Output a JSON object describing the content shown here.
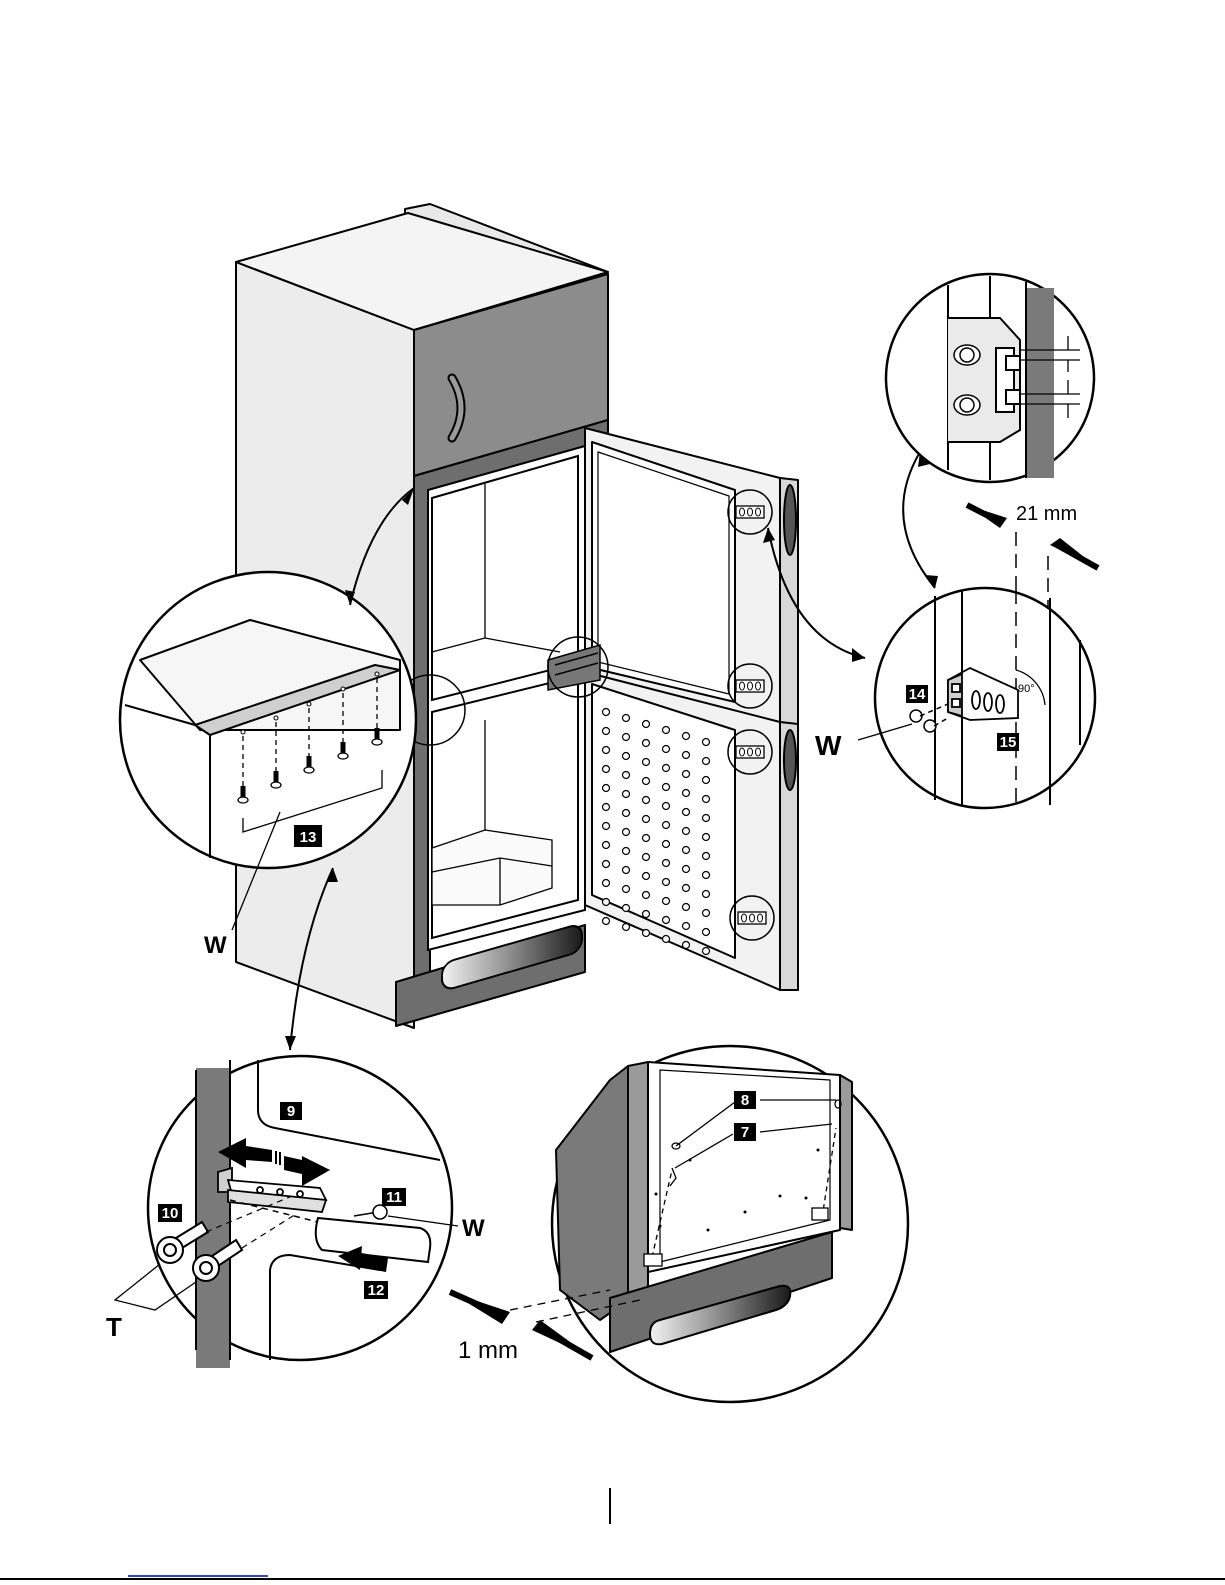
{
  "labels": {
    "l7": "7",
    "l8": "8",
    "l9": "9",
    "l10": "10",
    "l11": "11",
    "l12": "12",
    "l13": "13",
    "l14": "14",
    "l15": "15"
  },
  "letters": {
    "w_left": "W",
    "w_right": "W",
    "w_bottom": "W",
    "t": "T"
  },
  "dimensions": {
    "gap_top": "21 mm",
    "gap_bottom": "1 mm",
    "angle": "90°"
  },
  "colors": {
    "cabinet_dark": "#6e6e6e",
    "cabinet_mid": "#9a9a9a",
    "cabinet_light": "#ececec",
    "outline": "#000000",
    "footer_link": "#3344cc"
  }
}
